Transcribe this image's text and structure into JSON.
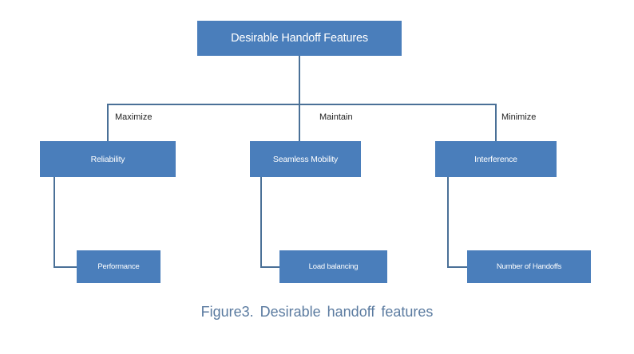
{
  "diagram": {
    "title": "Desirable Handoff Features",
    "caption": "Figure3. Desirable handoff features",
    "colors": {
      "node_fill": "#4a7ebb",
      "node_text": "#ffffff",
      "connector": "#4a7097",
      "edge_label_text": "#222222",
      "caption_text": "#5b7ba0",
      "background": "#ffffff"
    },
    "root": {
      "label": "Desirable Handoff Features"
    },
    "edge_labels": [
      {
        "label": "Maximize"
      },
      {
        "label": "Maintain"
      },
      {
        "label": "Minimize"
      }
    ],
    "branches": [
      {
        "mid_label": "Reliability",
        "leaf_label": "Performance"
      },
      {
        "mid_label": "Seamless Mobility",
        "leaf_label": "Load balancing"
      },
      {
        "mid_label": "Interference",
        "leaf_label": "Number of Handoffs"
      }
    ]
  }
}
